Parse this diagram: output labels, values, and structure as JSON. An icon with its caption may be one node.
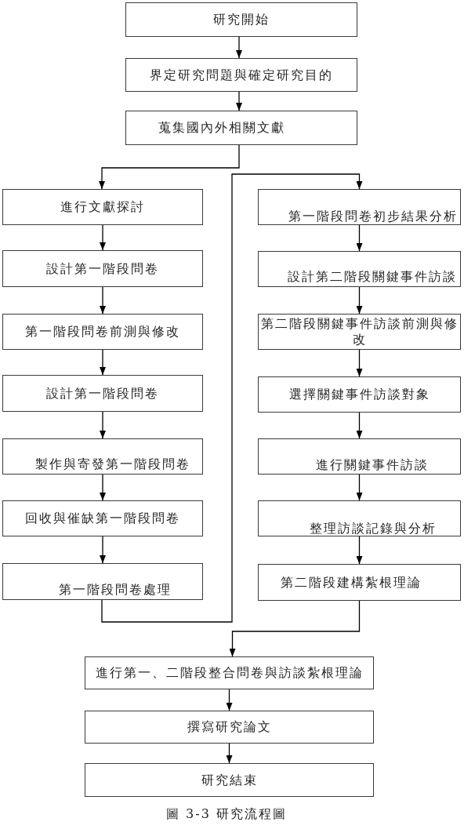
{
  "diagram": {
    "caption": "圖 3-3 研究流程圖",
    "nodes": [
      {
        "text": [
          "研究開始"
        ]
      },
      {
        "text": [
          "界定研究問題與確定研究目的"
        ]
      },
      {
        "text": [
          "蒐集國內外相關文獻"
        ]
      },
      {
        "text": [
          "進行文獻探討"
        ]
      },
      {
        "text": [
          "設計第一階段問卷"
        ]
      },
      {
        "text": [
          "第一階段問卷前測與修改"
        ]
      },
      {
        "text": [
          "設計第一階段問卷"
        ]
      },
      {
        "text": [
          "製作與寄發第一階段問卷"
        ]
      },
      {
        "text": [
          "回收與催缺第一階段問卷"
        ]
      },
      {
        "text": [
          "第一階段問卷處理"
        ]
      },
      {
        "text": [
          "第一階段問卷初步結果分析"
        ]
      },
      {
        "text": [
          "設計第二階段關鍵事件訪談"
        ]
      },
      {
        "text": [
          "第二階段關鍵事件訪談前測與修改"
        ]
      },
      {
        "text": [
          "選擇關鍵事件訪談對象"
        ]
      },
      {
        "text": [
          "進行關鍵事件訪談"
        ]
      },
      {
        "text": [
          "整理訪談記錄與分析"
        ]
      },
      {
        "text": [
          "第二階段建構紮根理論"
        ]
      },
      {
        "text": [
          "進行第一、二階段整合問卷與訪談紮根理論"
        ]
      },
      {
        "text": [
          "撰寫研究論文"
        ]
      },
      {
        "text": [
          "研究結束"
        ]
      }
    ],
    "edges": [
      {
        "from": 0,
        "to": 1,
        "arrow": "to"
      },
      {
        "from": 1,
        "to": 2,
        "arrow": "to"
      },
      {
        "from": 2,
        "to": 3,
        "arrow": "to"
      },
      {
        "from": 3,
        "to": 4,
        "arrow": "to"
      },
      {
        "from": 4,
        "to": 5,
        "arrow": "to"
      },
      {
        "from": 5,
        "to": 6,
        "arrow": "to"
      },
      {
        "from": 6,
        "to": 7,
        "arrow": "to"
      },
      {
        "from": 7,
        "to": 8,
        "arrow": "to"
      },
      {
        "from": 8,
        "to": 9,
        "arrow": "to"
      },
      {
        "from": 9,
        "to": 10,
        "arrow": "to"
      },
      {
        "from": 10,
        "to": 11,
        "arrow": "to"
      },
      {
        "from": 11,
        "to": 12,
        "arrow": "to"
      },
      {
        "from": 12,
        "to": 13,
        "arrow": "to"
      },
      {
        "from": 13,
        "to": 14,
        "arrow": "to"
      },
      {
        "from": 14,
        "to": 15,
        "arrow": "to"
      },
      {
        "from": 15,
        "to": 16,
        "arrow": "to"
      },
      {
        "from": 16,
        "to": 17,
        "arrow": "to"
      },
      {
        "from": 17,
        "to": 18,
        "arrow": "to"
      },
      {
        "from": 18,
        "to": 19,
        "arrow": "to"
      }
    ]
  }
}
